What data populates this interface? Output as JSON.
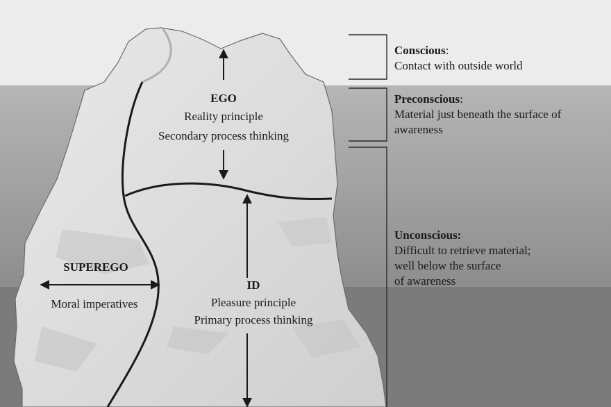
{
  "diagram": {
    "ego": {
      "title": "EGO",
      "line1": "Reality principle",
      "line2": "Secondary process thinking"
    },
    "superego": {
      "title": "SUPEREGO",
      "line1": "Moral imperatives"
    },
    "id": {
      "title": "ID",
      "line1": "Pleasure principle",
      "line2": "Primary process thinking"
    }
  },
  "levels": {
    "conscious": {
      "title": "Conscious",
      "suffix": ":",
      "line1": "Contact with outside world"
    },
    "preconscious": {
      "title": "Preconscious",
      "suffix": ":",
      "line1": "Material just beneath the surface of",
      "line2": "awareness"
    },
    "unconscious": {
      "title": "Unconscious:",
      "line1": "Difficult to retrieve material;",
      "line2": "well below the surface",
      "line3": "of awareness"
    }
  },
  "colors": {
    "sky": "#ececec",
    "water_top": "#b3b3b3",
    "water_deep": "#7d7d7d",
    "iceberg": "#dedede",
    "ink": "#1a1a1a"
  }
}
